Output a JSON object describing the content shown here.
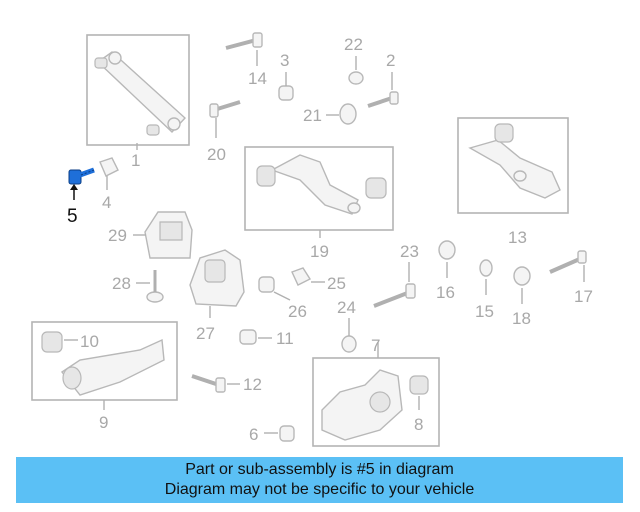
{
  "diagram": {
    "highlighted_part": "5",
    "highlight_color": "#1e6fd9",
    "part_numbers": [
      "1",
      "2",
      "3",
      "4",
      "5",
      "6",
      "7",
      "8",
      "9",
      "10",
      "11",
      "12",
      "13",
      "14",
      "15",
      "16",
      "17",
      "18",
      "19",
      "20",
      "21",
      "22",
      "23",
      "24",
      "25",
      "26",
      "27",
      "28",
      "29"
    ]
  },
  "labels": {
    "p1": "1",
    "p2": "2",
    "p3": "3",
    "p4": "4",
    "p5": "5",
    "p6": "6",
    "p7": "7",
    "p8": "8",
    "p9": "9",
    "p10": "10",
    "p11": "11",
    "p12": "12",
    "p13": "13",
    "p14": "14",
    "p15": "15",
    "p16": "16",
    "p17": "17",
    "p18": "18",
    "p19": "19",
    "p20": "20",
    "p21": "21",
    "p22": "22",
    "p23": "23",
    "p24": "24",
    "p25": "25",
    "p26": "26",
    "p27": "27",
    "p28": "28",
    "p29": "29"
  },
  "banner": {
    "line1": "Part or sub-assembly is #5 in diagram",
    "line2": "Diagram may not be specific to your vehicle",
    "background": "#5bc0f5"
  }
}
